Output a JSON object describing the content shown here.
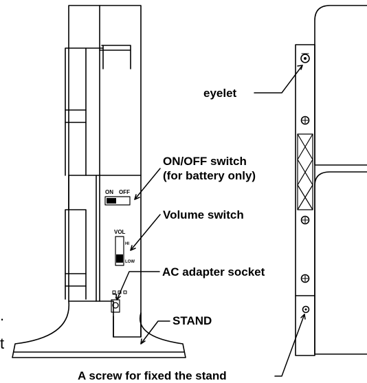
{
  "labels": {
    "eyelet": "eyelet",
    "on_off_switch": "ON/OFF switch",
    "on_off_note": "(for battery only)",
    "volume_switch": "Volume switch",
    "ac_socket": "AC adapter socket",
    "stand": "STAND",
    "screw": "A screw for fixed the stand"
  },
  "panel_markings": {
    "on": "ON",
    "off": "OFF",
    "vol": "VOL",
    "vol_levels": [
      "HI",
      "LOW"
    ]
  },
  "cut_off_text": [
    ".",
    "t"
  ],
  "colors": {
    "line": "#000000",
    "background": "#ffffff"
  }
}
